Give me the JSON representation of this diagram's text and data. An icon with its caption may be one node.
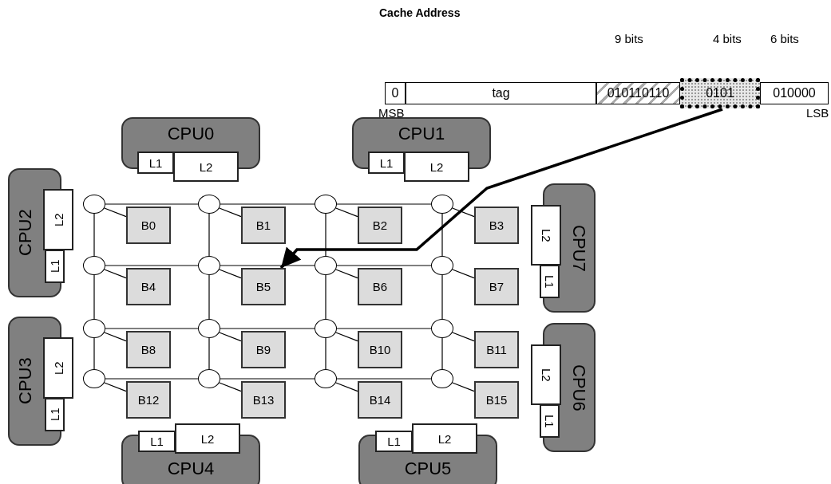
{
  "diagram": {
    "title": "Cache Address",
    "nodes": [
      {
        "text": [
          "0"
        ],
        "beside": [
          "MSB"
        ]
      },
      {
        "text": [
          "tag"
        ]
      },
      {
        "text": [
          "010110110"
        ]
      },
      {
        "text": [
          "0101"
        ]
      },
      {
        "text": [
          "010000"
        ],
        "beside": [
          "LSB"
        ]
      },
      {
        "text": [
          "CPU0"
        ]
      },
      {
        "text": [
          "L1"
        ]
      },
      {
        "text": [
          "L2"
        ]
      },
      {
        "text": [
          "CPU1"
        ]
      },
      {
        "text": [
          "L1"
        ]
      },
      {
        "text": [
          "L2"
        ]
      },
      {
        "text": [
          "CPU2"
        ]
      },
      {
        "text": [
          "L2"
        ]
      },
      {
        "text": [
          "L1"
        ]
      },
      {
        "text": [
          "CPU7"
        ]
      },
      {
        "text": [
          "L2"
        ]
      },
      {
        "text": [
          "L1"
        ]
      },
      {
        "text": [
          "CPU3"
        ]
      },
      {
        "text": [
          "L2"
        ]
      },
      {
        "text": [
          "L1"
        ]
      },
      {
        "text": [
          "CPU6"
        ]
      },
      {
        "text": [
          "L2"
        ]
      },
      {
        "text": [
          "L1"
        ]
      },
      {
        "text": [
          "L1"
        ]
      },
      {
        "text": [
          "L2"
        ]
      },
      {
        "text": [
          "CPU4"
        ]
      },
      {
        "text": [
          "L1"
        ]
      },
      {
        "text": [
          "L2"
        ]
      },
      {
        "text": [
          "CPU5"
        ]
      },
      {
        "text": [],
        "shape": "circle"
      },
      {
        "text": [],
        "shape": "circle"
      },
      {
        "text": [],
        "shape": "circle"
      },
      {
        "text": [],
        "shape": "circle"
      },
      {
        "text": [],
        "shape": "circle"
      },
      {
        "text": [],
        "shape": "circle"
      },
      {
        "text": [],
        "shape": "circle"
      },
      {
        "text": [],
        "shape": "circle"
      },
      {
        "text": [],
        "shape": "circle"
      },
      {
        "text": [],
        "shape": "circle"
      },
      {
        "text": [],
        "shape": "circle"
      },
      {
        "text": [],
        "shape": "circle"
      },
      {
        "text": [],
        "shape": "circle"
      },
      {
        "text": [],
        "shape": "circle"
      },
      {
        "text": [],
        "shape": "circle"
      },
      {
        "text": [],
        "shape": "circle"
      },
      {
        "text": [
          "B0"
        ]
      },
      {
        "text": [
          "B1"
        ]
      },
      {
        "text": [
          "B2"
        ]
      },
      {
        "text": [
          "B3"
        ]
      },
      {
        "text": [
          "B4"
        ]
      },
      {
        "text": [
          "B5"
        ]
      },
      {
        "text": [
          "B6"
        ]
      },
      {
        "text": [
          "B7"
        ]
      },
      {
        "text": [
          "B8"
        ]
      },
      {
        "text": [
          "B9"
        ]
      },
      {
        "text": [
          "B10"
        ]
      },
      {
        "text": [
          "B11"
        ]
      },
      {
        "text": [
          "B12"
        ]
      },
      {
        "text": [
          "B13"
        ]
      },
      {
        "text": [
          "B14"
        ]
      },
      {
        "text": [
          "B15"
        ]
      }
    ],
    "edges": [
      {
        "from": 29,
        "to": 30,
        "arrow": "none"
      },
      {
        "from": 30,
        "to": 31,
        "arrow": "none"
      },
      {
        "from": 31,
        "to": 32,
        "arrow": "none"
      },
      {
        "from": 33,
        "to": 34,
        "arrow": "none"
      },
      {
        "from": 34,
        "to": 35,
        "arrow": "none"
      },
      {
        "from": 35,
        "to": 36,
        "arrow": "none"
      },
      {
        "from": 37,
        "to": 38,
        "arrow": "none"
      },
      {
        "from": 38,
        "to": 39,
        "arrow": "none"
      },
      {
        "from": 39,
        "to": 40,
        "arrow": "none"
      },
      {
        "from": 41,
        "to": 42,
        "arrow": "none"
      },
      {
        "from": 42,
        "to": 43,
        "arrow": "none"
      },
      {
        "from": 43,
        "to": 44,
        "arrow": "none"
      },
      {
        "from": 29,
        "to": 33,
        "arrow": "none"
      },
      {
        "from": 33,
        "to": 37,
        "arrow": "none"
      },
      {
        "from": 37,
        "to": 41,
        "arrow": "none"
      },
      {
        "from": 30,
        "to": 34,
        "arrow": "none"
      },
      {
        "from": 34,
        "to": 38,
        "arrow": "none"
      },
      {
        "from": 38,
        "to": 42,
        "arrow": "none"
      },
      {
        "from": 31,
        "to": 35,
        "arrow": "none"
      },
      {
        "from": 35,
        "to": 39,
        "arrow": "none"
      },
      {
        "from": 39,
        "to": 43,
        "arrow": "none"
      },
      {
        "from": 32,
        "to": 36,
        "arrow": "none"
      },
      {
        "from": 36,
        "to": 40,
        "arrow": "none"
      },
      {
        "from": 40,
        "to": 44,
        "arrow": "none"
      },
      {
        "from": 29,
        "to": 45,
        "arrow": "none"
      },
      {
        "from": 30,
        "to": 46,
        "arrow": "none"
      },
      {
        "from": 31,
        "to": 47,
        "arrow": "none"
      },
      {
        "from": 32,
        "to": 48,
        "arrow": "none"
      },
      {
        "from": 33,
        "to": 49,
        "arrow": "none"
      },
      {
        "from": 34,
        "to": 50,
        "arrow": "none"
      },
      {
        "from": 35,
        "to": 51,
        "arrow": "none"
      },
      {
        "from": 36,
        "to": 52,
        "arrow": "none"
      },
      {
        "from": 37,
        "to": 53,
        "arrow": "none"
      },
      {
        "from": 38,
        "to": 54,
        "arrow": "none"
      },
      {
        "from": 39,
        "to": 55,
        "arrow": "none"
      },
      {
        "from": 40,
        "to": 56,
        "arrow": "none"
      },
      {
        "from": 41,
        "to": 57,
        "arrow": "none"
      },
      {
        "from": 42,
        "to": 58,
        "arrow": "none"
      },
      {
        "from": 43,
        "to": 59,
        "arrow": "none"
      },
      {
        "from": 44,
        "to": 60,
        "arrow": "none"
      },
      {
        "from": 3,
        "to": 50,
        "arrow": "to",
        "style": "thick"
      }
    ],
    "labels": [
      "9 bits",
      "4 bits",
      "6 bits"
    ]
  }
}
